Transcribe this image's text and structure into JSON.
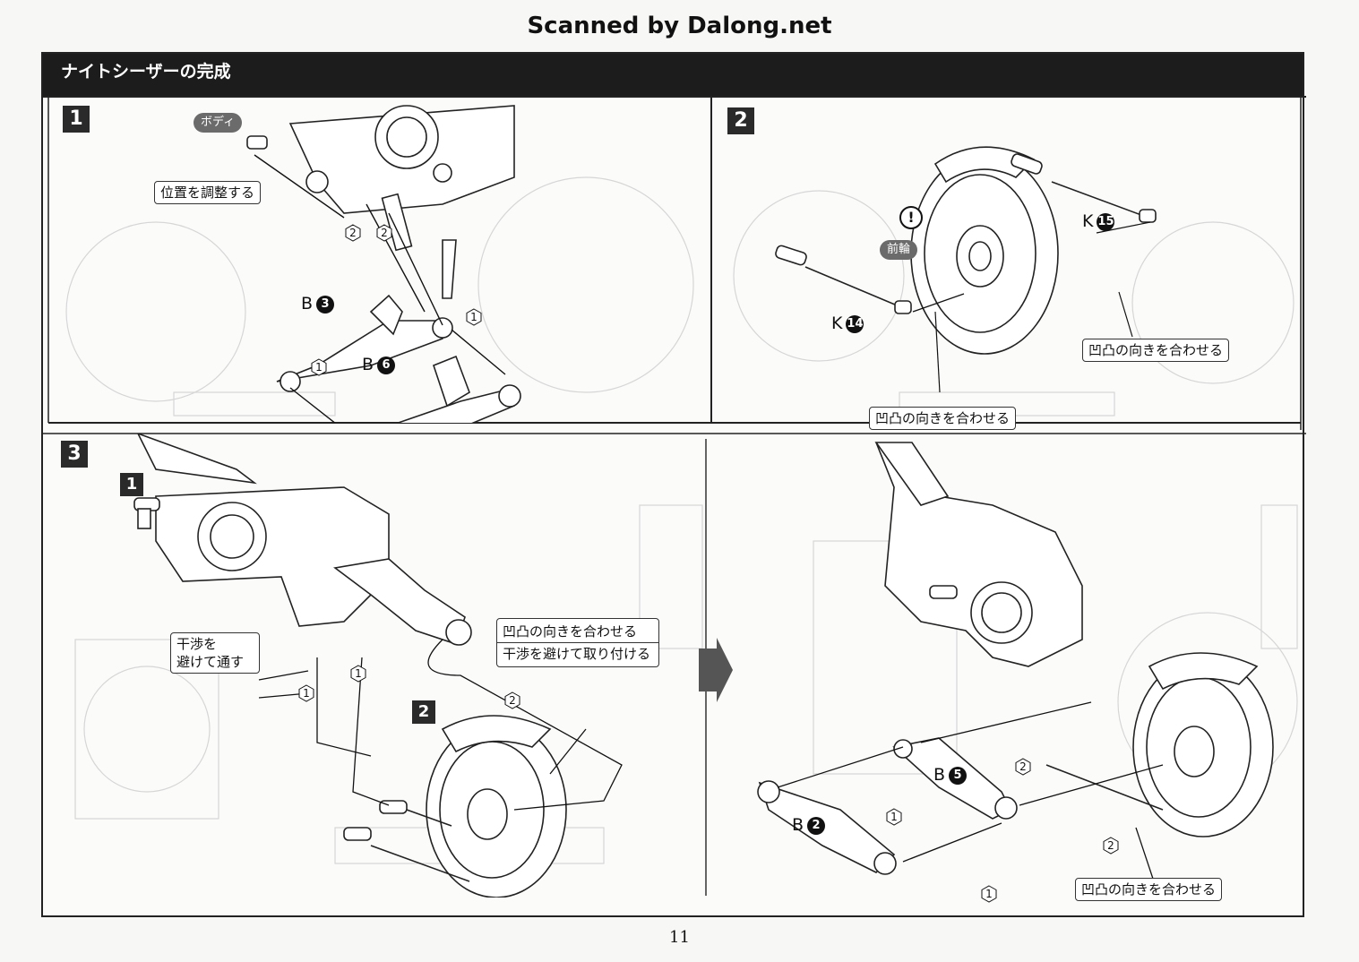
{
  "scan_credit": "Scanned by Dalong.net",
  "section_title": "ナイトシーザーの完成",
  "page_number": "11",
  "step1": {
    "number": "1",
    "body_tag": "ボディ",
    "callout_adjust": "位置を調整する",
    "part_b3": {
      "letter": "B",
      "num": "3"
    },
    "part_b6": {
      "letter": "B",
      "num": "6"
    },
    "seq_marks": [
      "2",
      "2",
      "1",
      "1"
    ]
  },
  "step2": {
    "number": "2",
    "front_wheel_tag": "前輪",
    "warning_mark": "!",
    "part_k15": {
      "letter": "K",
      "num": "15"
    },
    "part_k14": {
      "letter": "K",
      "num": "14"
    },
    "callout_align_right": "凹凸の向きを合わせる",
    "callout_align_bottom": "凹凸の向きを合わせる"
  },
  "step3": {
    "number": "3",
    "sub_badge_1": "1",
    "sub_badge_2": "2",
    "callout_avoid_line1": "干渉を",
    "callout_avoid_line2": "避けて通す",
    "callout_align": "凹凸の向きを合わせる",
    "callout_attach": "干渉を避けて取り付ける",
    "seq_marks": [
      "1",
      "1",
      "2"
    ]
  },
  "step3_result": {
    "part_b5": {
      "letter": "B",
      "num": "5"
    },
    "part_b2": {
      "letter": "B",
      "num": "2"
    },
    "callout_align": "凹凸の向きを合わせる",
    "seq_marks": [
      "2",
      "1",
      "2",
      "1"
    ]
  }
}
